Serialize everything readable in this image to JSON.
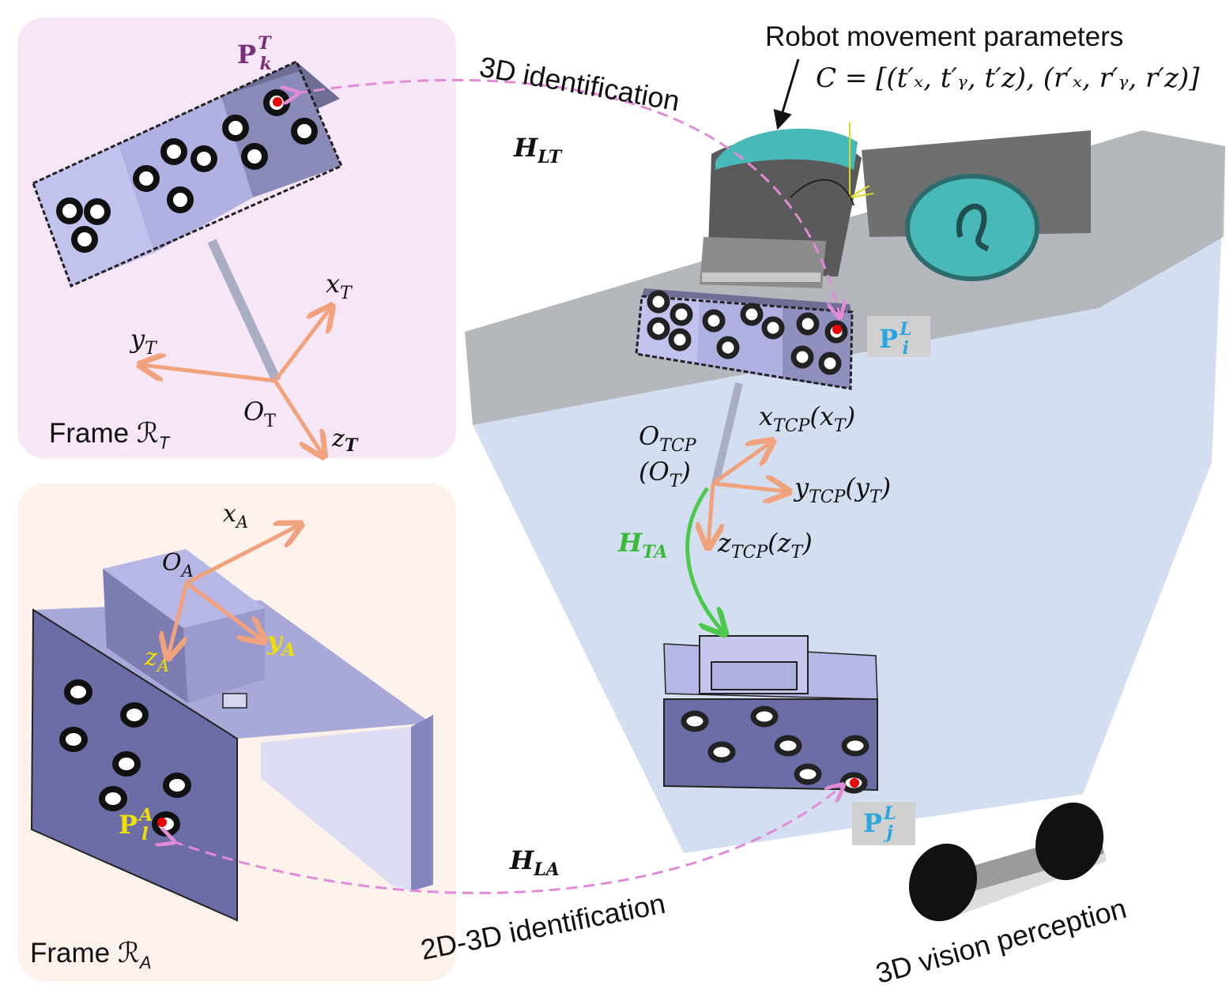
{
  "panels": {
    "tool": {
      "frame_label": "Frame ℛ",
      "frame_sub": "T",
      "bg": "#f7e6f6"
    },
    "artifact": {
      "frame_label": "Frame ℛ",
      "frame_sub": "A",
      "bg": "#fdf1ec"
    }
  },
  "labels": {
    "robot_params_title": "Robot movement parameters",
    "robot_params_formula": "C = [(t′ₓ, t′ᵧ, t′z), (r′ₓ, r′ᵧ, r′z)]",
    "id_3d": "3D identification",
    "id_2d3d": "2D-3D identification",
    "vision": "3D vision perception",
    "H_LT": {
      "main": "H",
      "sub": "LT"
    },
    "H_TA": {
      "main": "H",
      "sub": "TA"
    },
    "H_LA": {
      "main": "H",
      "sub": "LA"
    }
  },
  "points": {
    "PkT": {
      "main": "P",
      "sub": "k",
      "sup": "T"
    },
    "PiL": {
      "main": "P",
      "sub": "i",
      "sup": "L"
    },
    "PjL": {
      "main": "P",
      "sub": "j",
      "sup": "L"
    },
    "PlA": {
      "main": "P",
      "sub": "l",
      "sup": "A"
    }
  },
  "axes": {
    "tool": {
      "x": {
        "main": "x",
        "sub": "T"
      },
      "y": {
        "main": "y",
        "sub": "T"
      },
      "z": {
        "main": "z",
        "sub": "T"
      },
      "o": {
        "main": "O",
        "sub": "T"
      }
    },
    "tcp": {
      "o": {
        "main": "O",
        "sub": "TCP"
      },
      "o2": {
        "pre": "(O",
        "sub": "T",
        "post": ")"
      },
      "x": {
        "main": "x",
        "sub": "TCP",
        "pre": "(x",
        "sub2": "T",
        "post": ")"
      },
      "y": {
        "main": "y",
        "sub": "TCP",
        "pre": "(y",
        "sub2": "T",
        "post": ")"
      },
      "z": {
        "main": "z",
        "sub": "TCP",
        "pre": "(z",
        "sub2": "T",
        "post": ")"
      }
    },
    "artifact": {
      "x": {
        "main": "x",
        "sub": "A"
      },
      "y": {
        "main": "y",
        "sub": "A"
      },
      "z": {
        "main": "z",
        "sub": "A"
      },
      "o": {
        "main": "O",
        "sub": "A"
      }
    }
  },
  "colors": {
    "axis_arrow": "#f0a27c",
    "pink_dashed": "#e08ad8",
    "green_arrow": "#4cc94c",
    "purple_label": "#7b2d7b",
    "cyan_label": "#2aa6e0",
    "yellow_label": "#f0e000",
    "green_label": "#3ab83a",
    "red_point": "#ee0000",
    "block_face": "#b9b9e6",
    "block_dark": "#6f6fa6",
    "workspace": "#c8d6ec",
    "workspace_band": "#a9a9a9",
    "robot_teal": "#48b8b8"
  }
}
